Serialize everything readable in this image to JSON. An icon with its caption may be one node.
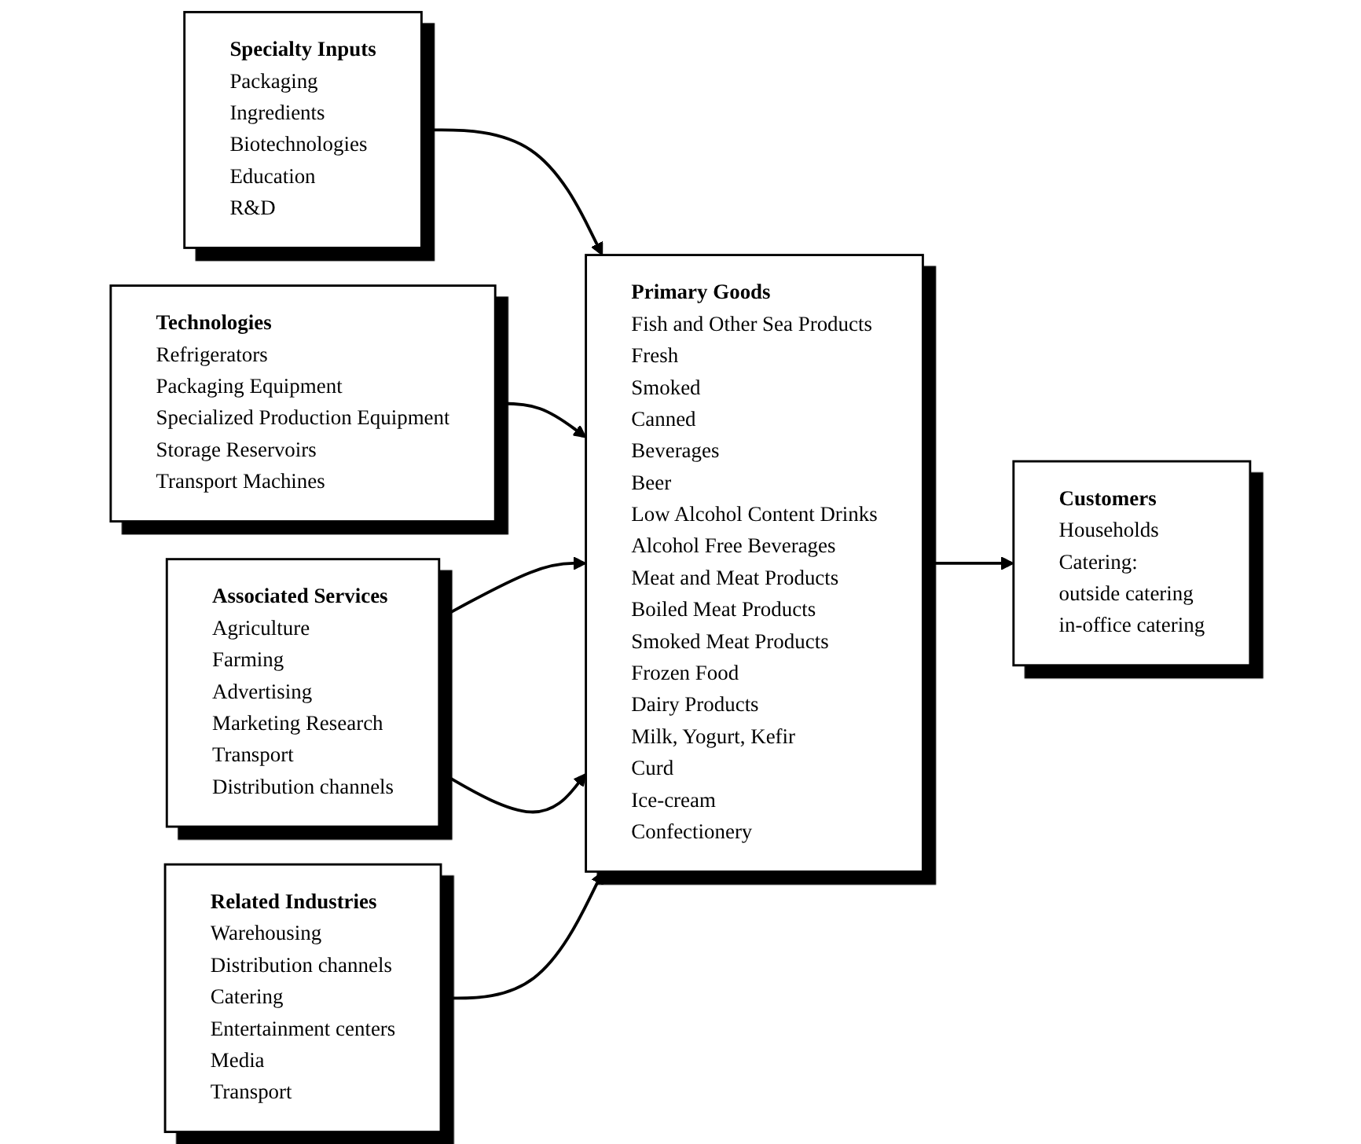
{
  "diagram": {
    "nodes": [
      {
        "text": [
          "Specialty Inputs",
          "Packaging",
          "Ingredients",
          "Biotechnologies",
          "Education",
          "R&D"
        ]
      },
      {
        "text": [
          "Technologies",
          "Refrigerators",
          "Packaging Equipment",
          "Specialized Production Equipment",
          "Storage Reservoirs",
          "Transport Machines"
        ]
      },
      {
        "text": [
          "Associated Services",
          "Agriculture",
          "Farming",
          "Advertising",
          "Marketing Research",
          "Transport",
          "Distribution channels"
        ]
      },
      {
        "text": [
          "Primary Goods",
          "Fish and Other Sea Products",
          "Fresh",
          "Smoked",
          "Canned",
          "Beverages",
          "Beer",
          "Low Alcohol Content Drinks",
          "Alcohol Free Beverages",
          "Meat and Meat Products",
          "Boiled Meat Products",
          "Smoked Meat Products",
          "Frozen Food",
          "Dairy Products",
          "Milk, Yogurt, Kefir",
          "Curd",
          "Ice-cream",
          "Confectionery"
        ]
      },
      {
        "text": [
          "Related Industries",
          "Warehousing",
          "Distribution channels",
          "Catering",
          "Entertainment centers",
          "Media",
          "Transport"
        ]
      },
      {
        "text": [
          "Customers",
          "Households",
          "Catering:",
          "outside catering",
          "in-office catering"
        ]
      }
    ],
    "edges": [
      {
        "from": 0,
        "to": 3,
        "arrow": "to"
      },
      {
        "from": 1,
        "to": 3,
        "arrow": "to"
      },
      {
        "from": 2,
        "to": 3,
        "arrow": "to"
      },
      {
        "from": 2,
        "to": 3,
        "arrow": "to"
      },
      {
        "from": 4,
        "to": 3,
        "arrow": "to"
      },
      {
        "from": 3,
        "to": 5,
        "arrow": "to"
      }
    ]
  }
}
